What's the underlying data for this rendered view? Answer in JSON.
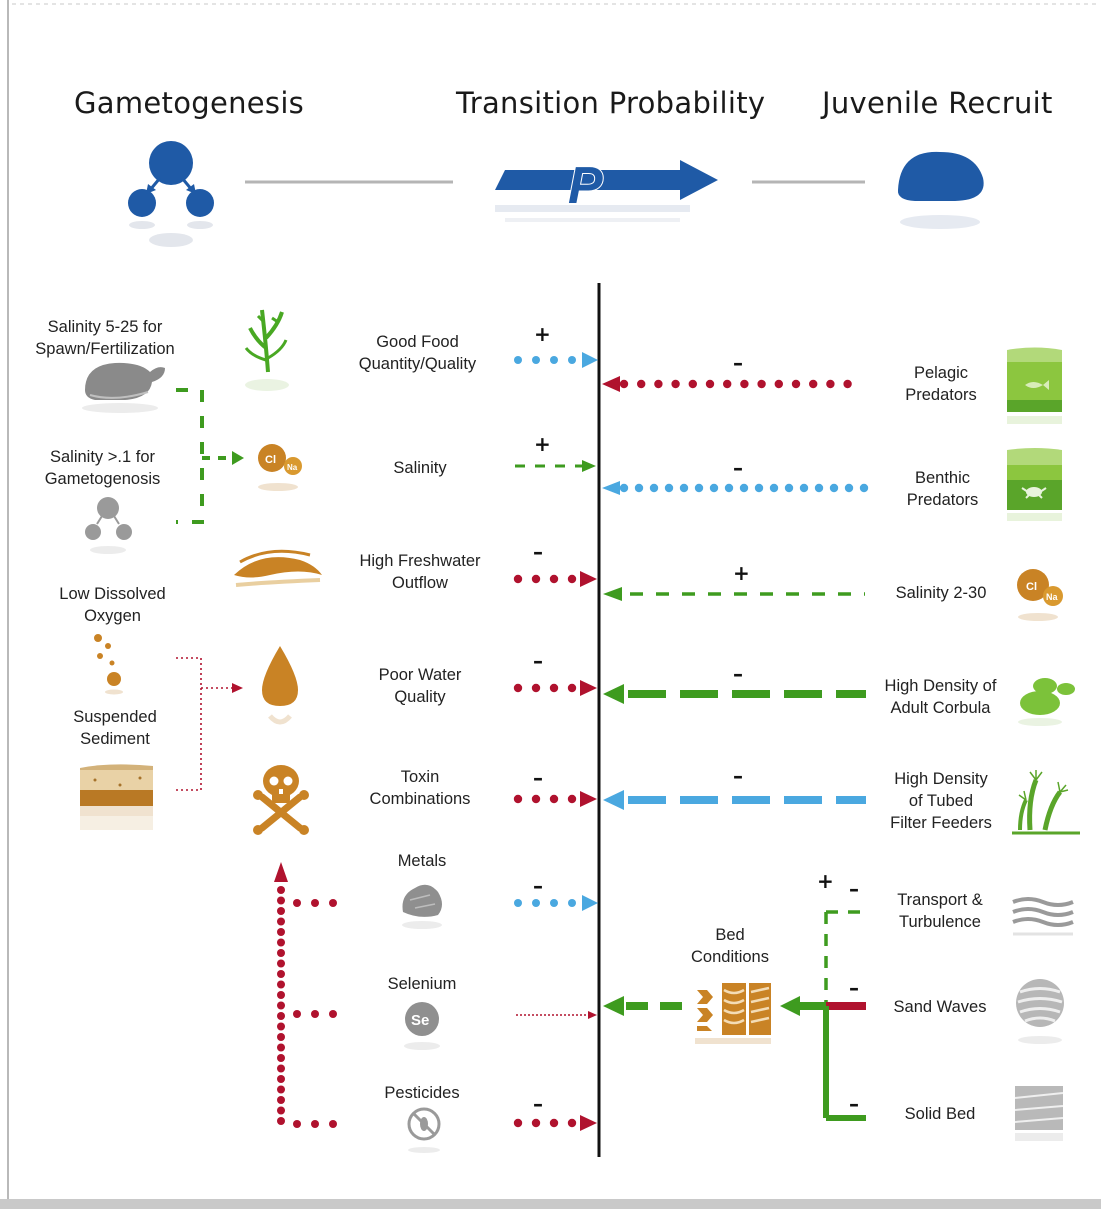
{
  "headers": {
    "gametogenesis": "Gametogenesis",
    "transition": "Transition Probability",
    "juvenile": "Juvenile Recruit",
    "p_symbol": "P"
  },
  "left_factors": {
    "salinity_spawn": [
      "Salinity 5-25 for",
      "Spawn/Fertilization"
    ],
    "salinity_gameto": [
      "Salinity >.1 for",
      "Gametogenosis"
    ],
    "low_do": [
      "Low Dissolved",
      "Oxygen"
    ],
    "suspended": [
      "Suspended",
      "Sediment"
    ]
  },
  "center_factors": {
    "food": [
      "Good Food",
      "Quantity/Quality"
    ],
    "salinity": "Salinity",
    "freshwater": [
      "High Freshwater",
      "Outflow"
    ],
    "water_quality": [
      "Poor Water",
      "Quality"
    ],
    "toxin": [
      "Toxin",
      "Combinations"
    ],
    "metals": "Metals",
    "selenium": "Selenium",
    "selenium_symbol": "Se",
    "pesticides": "Pesticides",
    "salt_cl": "Cl",
    "salt_na": "Na"
  },
  "right_factors": {
    "pelagic": [
      "Pelagic",
      "Predators"
    ],
    "benthic": [
      "Benthic",
      "Predators"
    ],
    "salinity_230": "Salinity 2-30",
    "corbula": [
      "High Density of",
      "Adult Corbula"
    ],
    "tubed": [
      "High Density",
      "of Tubed",
      "Filter Feeders"
    ],
    "transport": [
      "Transport &",
      "Turbulence"
    ],
    "sand_waves": "Sand Waves",
    "solid_bed": "Solid Bed",
    "bed_conditions": [
      "Bed",
      "Conditions"
    ]
  },
  "signs": {
    "food_left": "+",
    "pelagic": "–",
    "salinity_left": "+",
    "benthic": "–",
    "freshwater_left": "–",
    "salinity_right": "+",
    "water_left": "–",
    "corbula": "–",
    "toxin_left": "–",
    "tubed": "–",
    "metals_left": "–",
    "transport_plus": "+",
    "transport_minus": "–",
    "sand_minus": "–",
    "solid_minus": "–",
    "pesticides_left": "–"
  },
  "colors": {
    "blue_dark": "#1f5aa6",
    "green": "#3e9b1f",
    "red": "#b0122e",
    "light_blue": "#4aa8e0",
    "orange": "#c98325",
    "gray": "#9a9a9a"
  }
}
